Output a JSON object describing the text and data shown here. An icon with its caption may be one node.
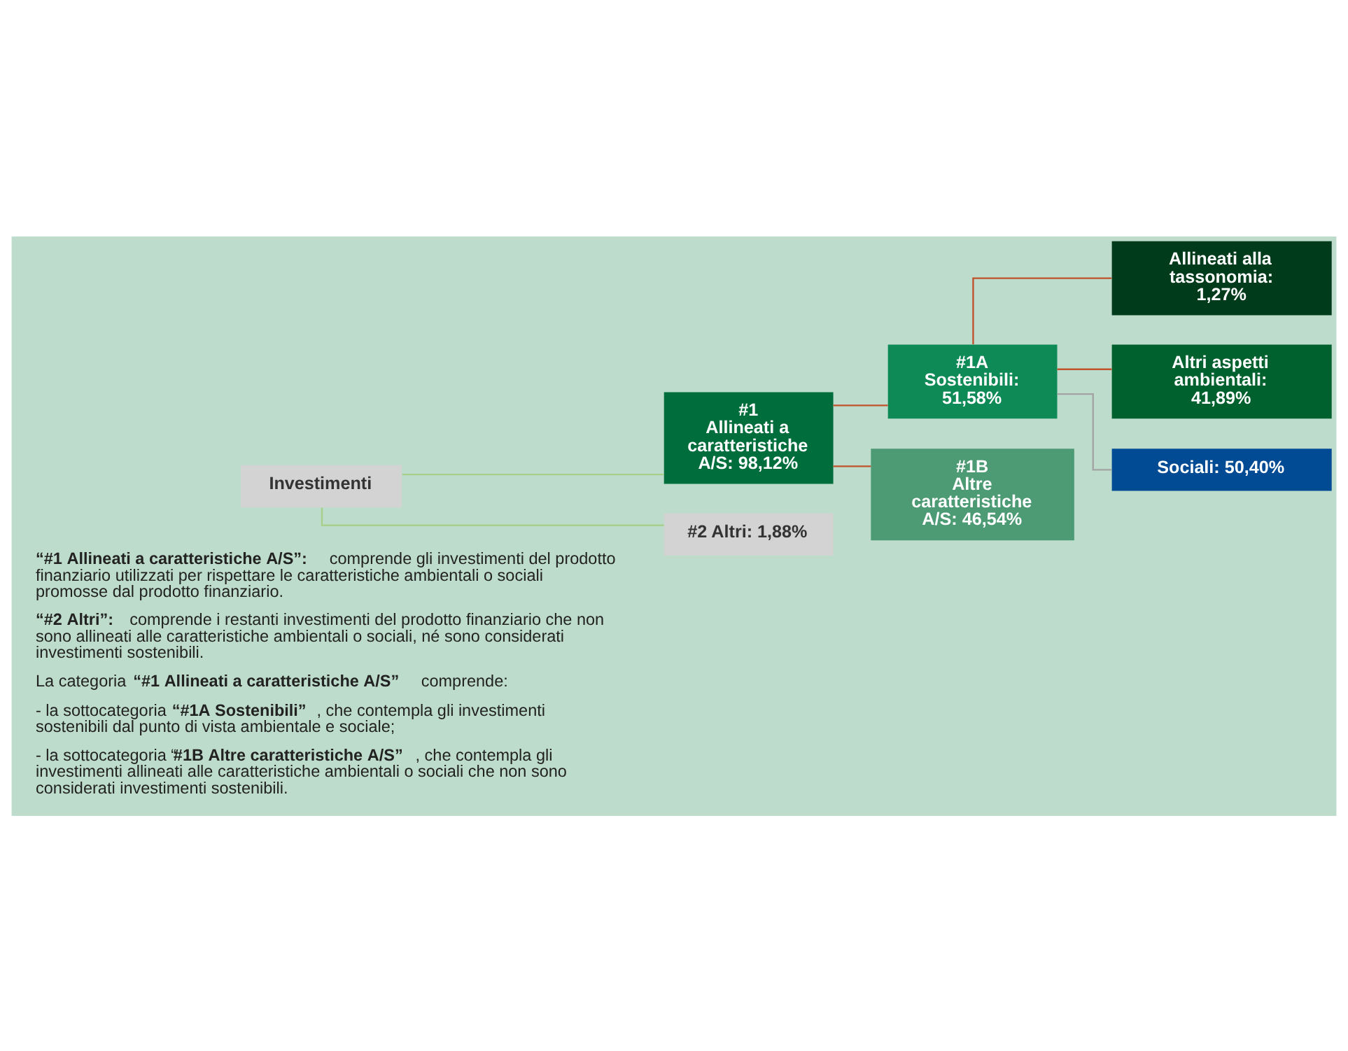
{
  "diagram": {
    "nodes": [
      {
        "text": [
          "Investimenti"
        ]
      },
      {
        "text": [
          "#1",
          "Allineati a caratteristiche A/S: 98,12%"
        ]
      },
      {
        "text": [
          "#2 Altri: 1,88%"
        ]
      },
      {
        "text": [
          "#1A",
          "Sostenibili: 51,58%"
        ]
      },
      {
        "text": [
          "#1B",
          "Altre caratteristiche A/S: 46,54%"
        ]
      },
      {
        "text": [
          "Allineati alla tassonomia: 1,27%"
        ]
      },
      {
        "text": [
          "Altri aspetti ambientali: 41,89%"
        ]
      },
      {
        "text": [
          "Sociali: 50,40%"
        ]
      }
    ],
    "edges": [
      {
        "from": 0,
        "to": 1,
        "arrow": "none",
        "color": "#a9cf8c"
      },
      {
        "from": 0,
        "to": 2,
        "arrow": "none",
        "color": "#a9cf8c"
      },
      {
        "from": 1,
        "to": 3,
        "arrow": "none"
      },
      {
        "from": 1,
        "to": 4,
        "arrow": "none"
      },
      {
        "from": 3,
        "to": 5,
        "arrow": "none"
      },
      {
        "from": 3,
        "to": 6,
        "arrow": "none"
      },
      {
        "from": 3,
        "to": 7,
        "arrow": "none",
        "color": "#a3a3a3"
      }
    ],
    "labels": [
      "**“#1 Allineati a caratteristiche A/S”:** comprende gli investimenti del prodotto finanziario utilizzati per rispettare le caratteristiche ambientali o sociali promosse dal prodotto finanziario.",
      "**“#2 Altri”:** comprende i restanti investimenti del prodotto finanziario che non sono allineati alle caratteristiche ambientali o sociali, né sono considerati investimenti sostenibili.",
      "La categoria **“#1 Allineati a caratteristiche A/S”** comprende:",
      "- la sottocategoria **“#1A Sostenibili”**, che contempla gli investimenti sostenibili dal punto di vista ambientale e sociale;",
      "- la sottocategoria “**#1B Altre caratteristiche A/S”**, che contempla gli investimenti allineati alle caratteristiche ambientali o sociali che non sono considerati investimenti sostenibili."
    ]
  }
}
